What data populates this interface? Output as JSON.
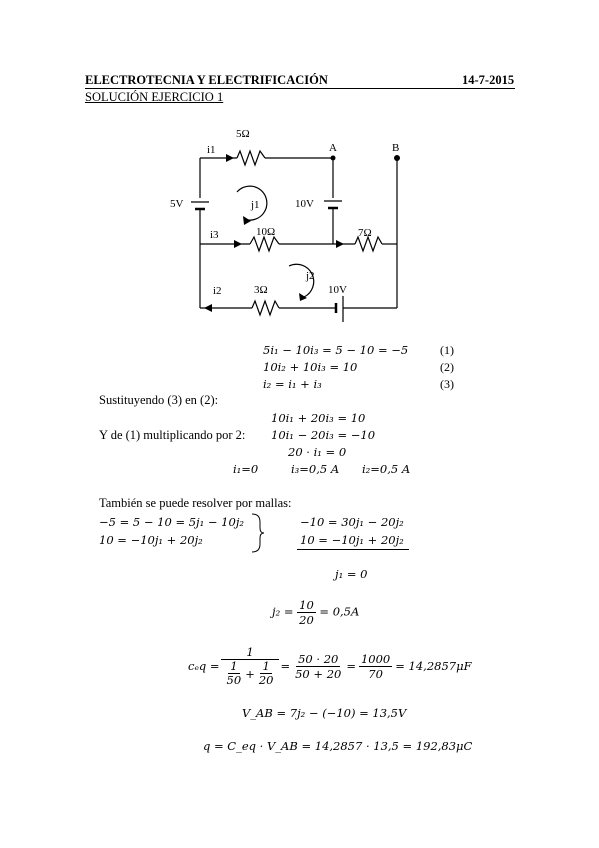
{
  "header": {
    "title": "ELECTROTECNIA Y ELECTRIFICACIÓN",
    "date": "14-7-2015",
    "subtitle": "SOLUCIÓN EJERCICIO 1"
  },
  "circuit": {
    "r_top": "5Ω",
    "r_mid": "10Ω",
    "r_right": "7Ω",
    "r_bot": "3Ω",
    "v_left": "5V",
    "v_center": "10V",
    "v_bot": "10V",
    "node_a": "A",
    "node_b": "B",
    "i1": "i1",
    "i3": "i3",
    "i2": "i2",
    "j1": "j1",
    "j2": "j2"
  },
  "system": {
    "eq1": "5i₁ − 10i₃ = 5 − 10 = −5",
    "eq1_n": "(1)",
    "eq2": "10i₂ + 10i₃ = 10",
    "eq2_n": "(2)",
    "eq3": "i₂ = i₁ + i₃",
    "eq3_n": "(3)"
  },
  "substitution": {
    "label": "Sustituyendo (3) en (2):",
    "eq_a": "10i₁ + 20i₃ = 10",
    "label2": "Y de (1) multiplicando por 2:",
    "eq_b": "10i₁ − 20i₃ = −10",
    "eq_c": "20 · i₁ = 0",
    "res1": "i₁=0",
    "res2": "i₃=0,5 A",
    "res3": "i₂=0,5 A"
  },
  "mesh": {
    "label": "También se puede resolver por mallas:",
    "l1": "−5 = 5 − 10 = 5j₁ − 10j₂",
    "l2": "10 = −10j₁ + 20j₂",
    "r1": "−10 = 30j₁ − 20j₂",
    "r2": "10 = −10j₁ + 20j₂",
    "result": "j₁ = 0"
  },
  "j2eq": {
    "lhs": "j₂ =",
    "num": "10",
    "den": "20",
    "rhs": "= 0,5A"
  },
  "ceq": {
    "lhs": "cₑq =",
    "one": "1",
    "a_num": "1",
    "a_den": "50",
    "plus": "+",
    "b_num": "1",
    "b_den": "20",
    "f2_num": "50 · 20",
    "f2_den": "50 + 20",
    "f3_num": "1000",
    "f3_den": "70",
    "result": "= 14,2857μF"
  },
  "vab": {
    "text": "V_AB = 7j₂ − (−10) = 13,5V"
  },
  "q": {
    "text": "q = C_eq · V_AB = 14,2857 · 13,5 = 192,83μC"
  }
}
